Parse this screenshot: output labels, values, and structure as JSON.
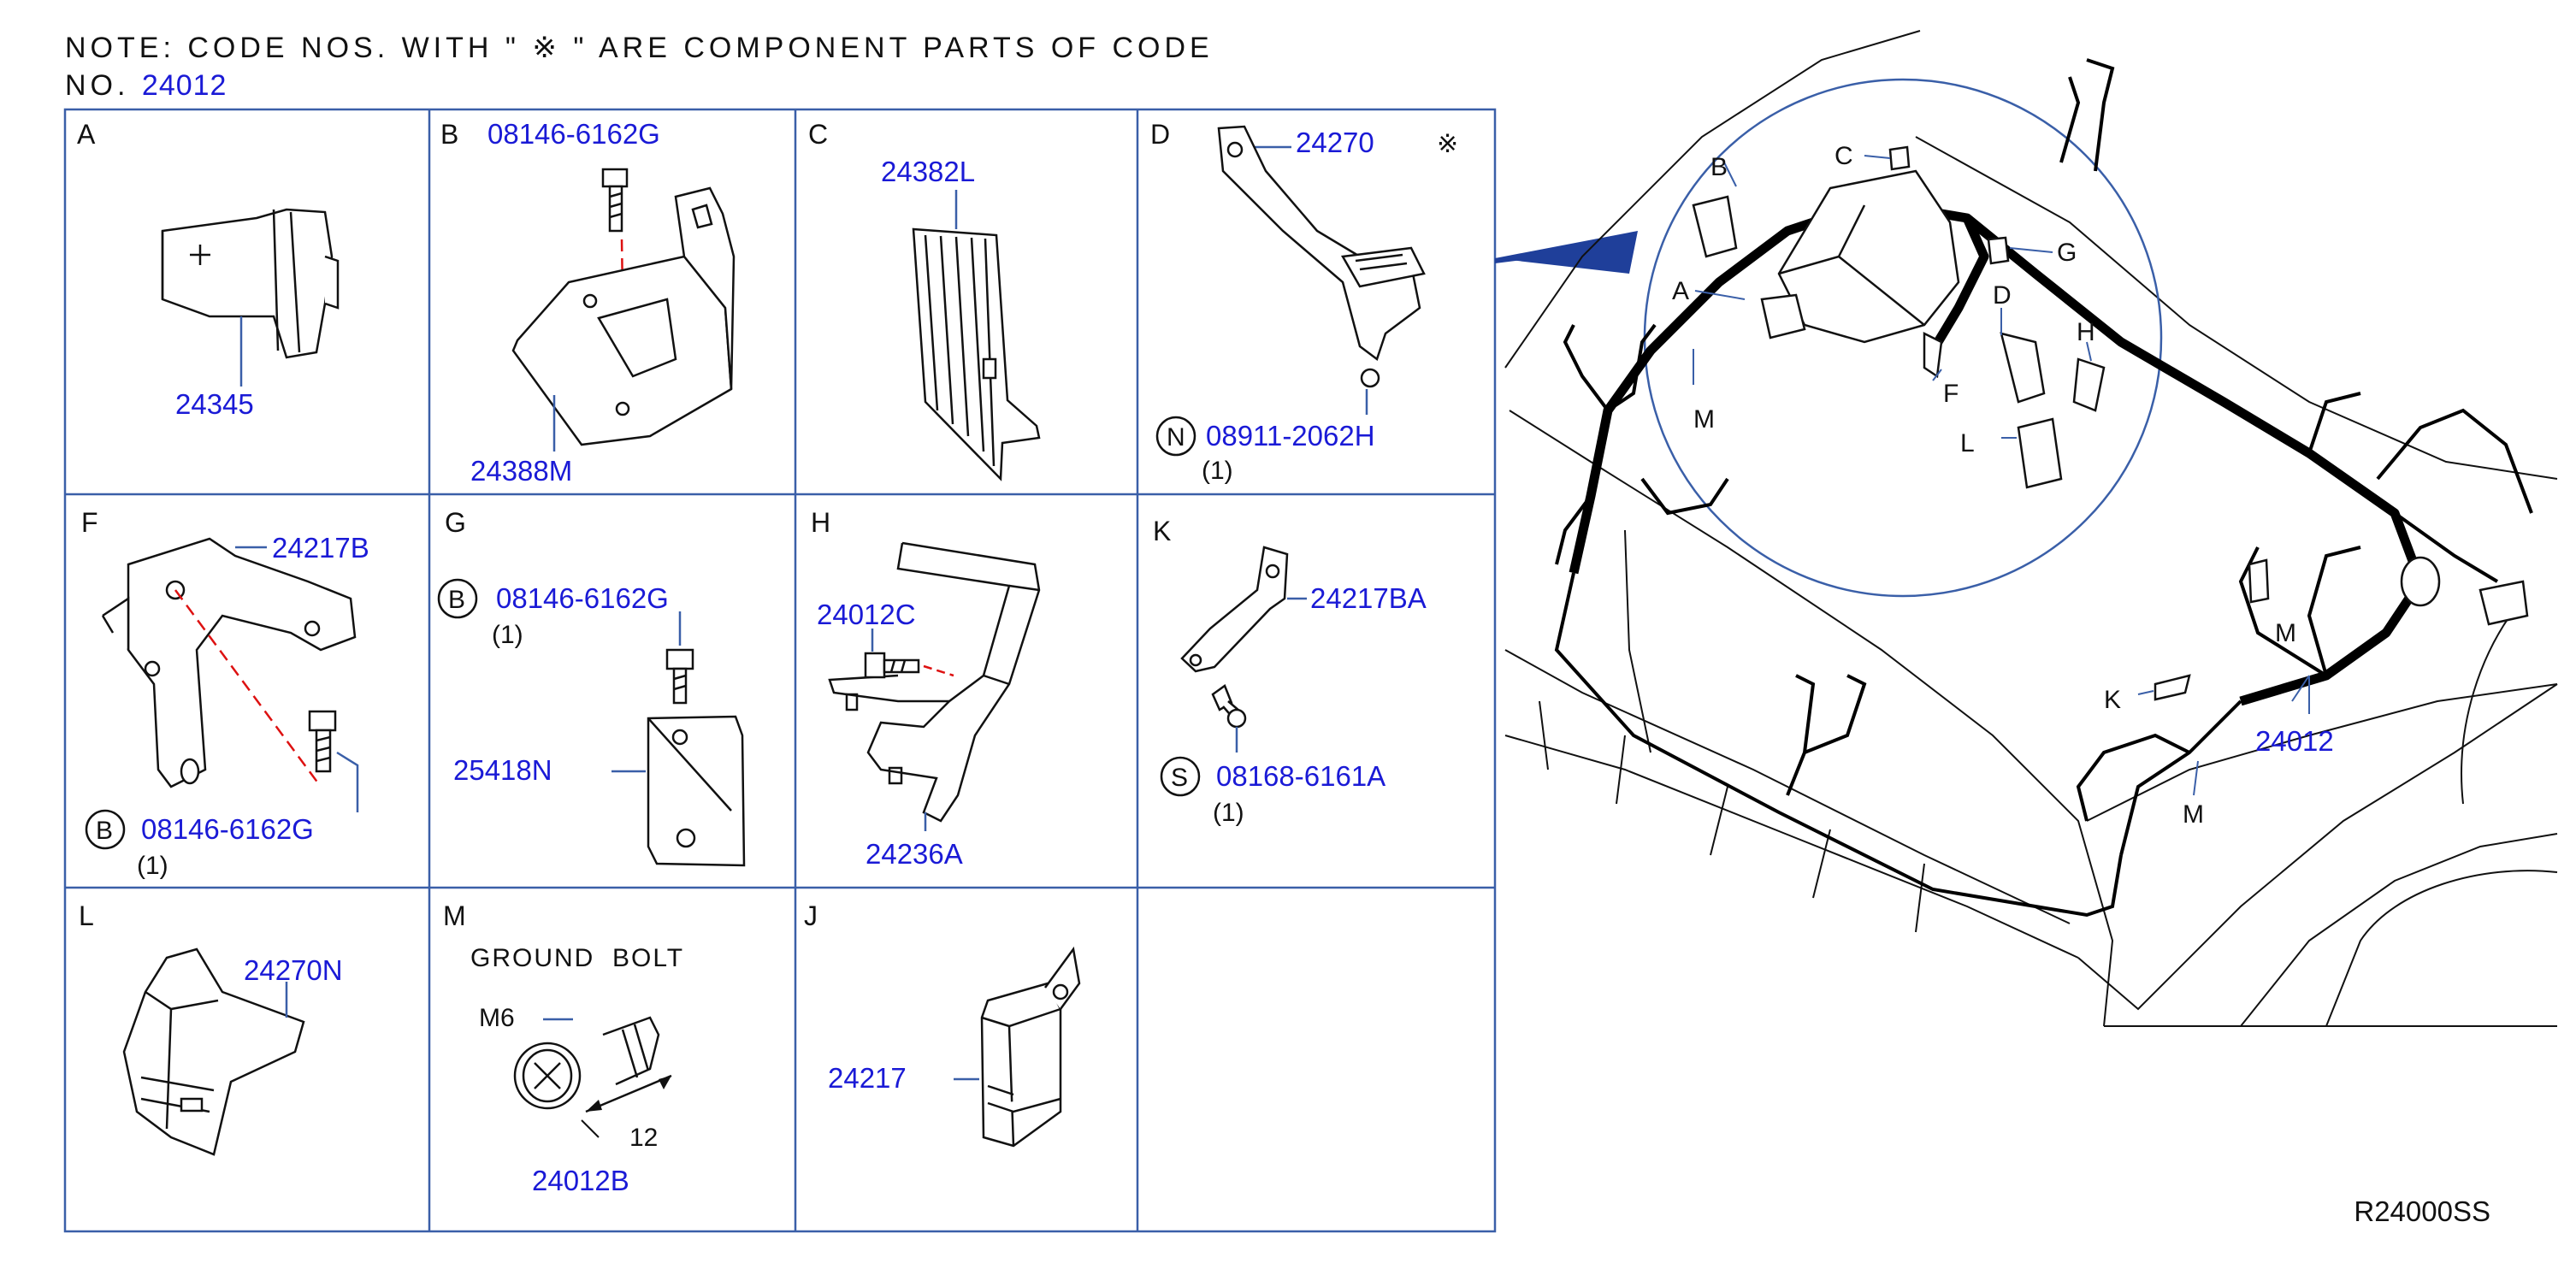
{
  "note": {
    "line1": "NOTE: CODE NOS. WITH \" ※ \" ARE COMPONENT PARTS OF CODE",
    "line2_prefix": "NO.",
    "line2_code": "24012"
  },
  "cells": [
    {
      "letter": "A",
      "parts": [
        "24345"
      ]
    },
    {
      "letter": "B",
      "parts": [
        "08146-6162G",
        "24388M"
      ]
    },
    {
      "letter": "C",
      "parts": [
        "24382L"
      ]
    },
    {
      "letter": "D",
      "parts": [
        "24270",
        "08911-2062H"
      ],
      "mark": "※",
      "circle": "N",
      "qty": "(1)"
    },
    {
      "letter": "F",
      "parts": [
        "24217B",
        "08146-6162G"
      ],
      "circle": "B",
      "qty": "(1)"
    },
    {
      "letter": "G",
      "parts": [
        "08146-6162G",
        "25418N"
      ],
      "circle": "B",
      "qty": "(1)"
    },
    {
      "letter": "H",
      "parts": [
        "24012C",
        "24236A"
      ]
    },
    {
      "letter": "K",
      "parts": [
        "24217BA",
        "08168-6161A"
      ],
      "circle": "S",
      "qty": "(1)"
    },
    {
      "letter": "L",
      "parts": [
        "24270N"
      ]
    },
    {
      "letter": "M",
      "title": "GROUND  BOLT",
      "size": "M6",
      "length": "12",
      "parts": [
        "24012B"
      ]
    },
    {
      "letter": "J",
      "parts": [
        "24217"
      ]
    }
  ],
  "overview": {
    "callouts": [
      "A",
      "B",
      "C",
      "D",
      "F",
      "G",
      "H",
      "K",
      "L",
      "M",
      "M",
      "M"
    ],
    "main_part": "24012"
  },
  "reference": "R24000SS",
  "colors": {
    "part_number": "#1a1ad6",
    "line": "#111111",
    "grid": "#3a5fa8",
    "pointer": "#1f3f9a"
  }
}
